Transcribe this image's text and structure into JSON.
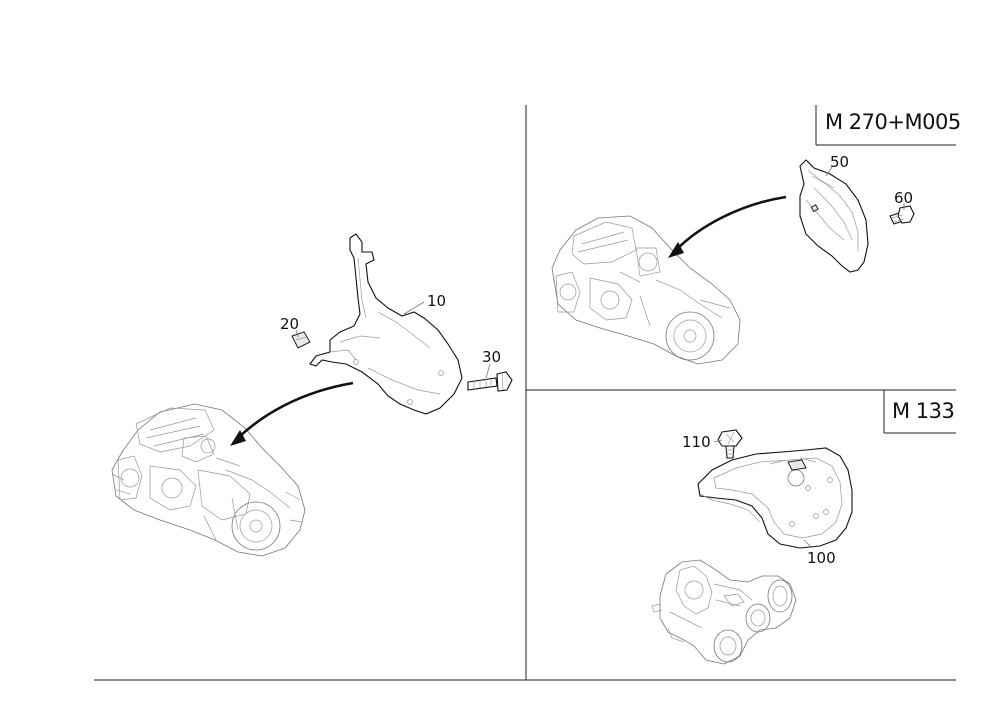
{
  "sections": {
    "left": {
      "callouts": [
        "10",
        "20",
        "30"
      ]
    },
    "top_right": {
      "model_label": "M 270+M005",
      "callouts": [
        "50",
        "60"
      ]
    },
    "bottom_right": {
      "model_label": "M 133",
      "callouts": [
        "110",
        "100"
      ]
    }
  }
}
